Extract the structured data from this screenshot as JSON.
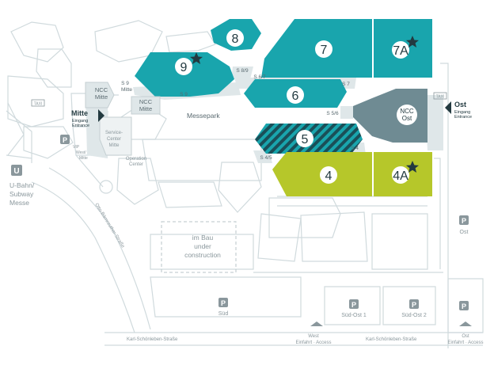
{
  "colors": {
    "teal": "#19a5ad",
    "lime": "#b6c72a",
    "slate": "#6f8b93",
    "outline": "#d0dadd",
    "path": "#dfe7e9",
    "label": "#8a979c",
    "dark": "#233a40",
    "star": "#233a40"
  },
  "halls": {
    "h4": "4",
    "h4a": "4A",
    "h5": "5",
    "h6": "6",
    "h7": "7",
    "h7a": "7A",
    "h8": "8",
    "h9": "9"
  },
  "ncc": {
    "mitte_left_1": "NCC",
    "mitte_left_2": "Mitte",
    "mitte_right_1": "NCC",
    "mitte_right_2": "Mitte",
    "ost_1": "NCC",
    "ost_2": "Ost"
  },
  "entrances": {
    "mitte_title": "Mitte",
    "mitte_line2": "Eingang",
    "mitte_line3": "Entrance",
    "ost_title": "Ost",
    "ost_line2": "Eingang",
    "ost_line3": "Entrance",
    "west_1": "West",
    "west_2": "Einfahrt · Access",
    "ost_access_1": "Ost",
    "ost_access_2": "Einfahrt · Access"
  },
  "passages": {
    "s9_top": "S 9",
    "s9_top_2": "Mitte",
    "s9_bottom": "S 9",
    "s89": "S 8/9",
    "s67": "S 6/7",
    "s7": "S 7",
    "s56": "S 5/6",
    "s4": "S 4",
    "s45": "S 4/5"
  },
  "places": {
    "messepark": "Messepark",
    "service_1": "Service-",
    "service_2": "Center",
    "service_3": "Mitte",
    "operation_1": "Operation",
    "operation_2": "Center",
    "vip_1": "VIP",
    "vip_2": "West/",
    "vip_3": "Mitte",
    "construction_1": "im Bau",
    "construction_2": "under",
    "construction_3": "construction",
    "ubahn_1": "U-Bahn/",
    "ubahn_2": "Subway",
    "ubahn_3": "Messe",
    "ubahn_icon": "U",
    "taxi": "TAXI"
  },
  "streets": {
    "otto": "Otto-Bärnreuther-Straße",
    "karl_left": "Karl-Schönleben-Straße",
    "karl_right": "Karl-Schönleben-Straße"
  },
  "parking": {
    "icon": "P",
    "sud": "Süd",
    "sudost1": "Süd-Ost 1",
    "sudost2": "Süd-Ost 2",
    "ost": "Ost"
  }
}
